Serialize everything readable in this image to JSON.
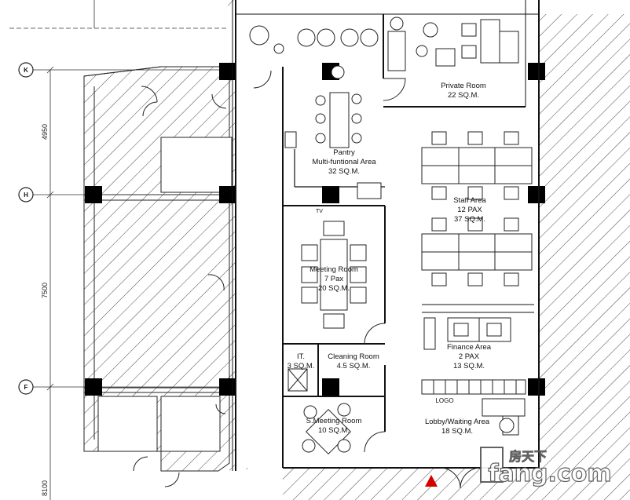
{
  "grid": {
    "K": "K",
    "H": "H",
    "F": "F"
  },
  "dimensions": {
    "d1": "4950",
    "d2": "7500",
    "d3": "8100"
  },
  "rooms": {
    "pantry": {
      "name": "Pantry",
      "sub": "Multi-funtional Area",
      "area": "32 SQ.M."
    },
    "private": {
      "name": "Private Room",
      "area": "22 SQ.M."
    },
    "staff": {
      "name": "Staff Area",
      "pax": "12 PAX",
      "area": "37 SQ.M."
    },
    "meeting": {
      "name": "Meeting Room",
      "pax": "7 Pax",
      "area": "20 SQ.M."
    },
    "finance": {
      "name": "Finance Area",
      "pax": "2 PAX",
      "area": "13 SQ.M."
    },
    "it": {
      "name": "IT.",
      "area": "3 SQ.M."
    },
    "cleaning": {
      "name": "Cleaning Room",
      "area": "4.5 SQ.M."
    },
    "smeeting": {
      "name": "S.Meeting Room",
      "area": "10 SQ.M."
    },
    "lobby": {
      "name": "Lobby/Waiting Area",
      "area": "18 SQ.M."
    }
  },
  "labels": {
    "tv": "TV",
    "logo": "LOGO"
  },
  "watermark": {
    "cn": "房天下",
    "brand": "fang.com"
  }
}
